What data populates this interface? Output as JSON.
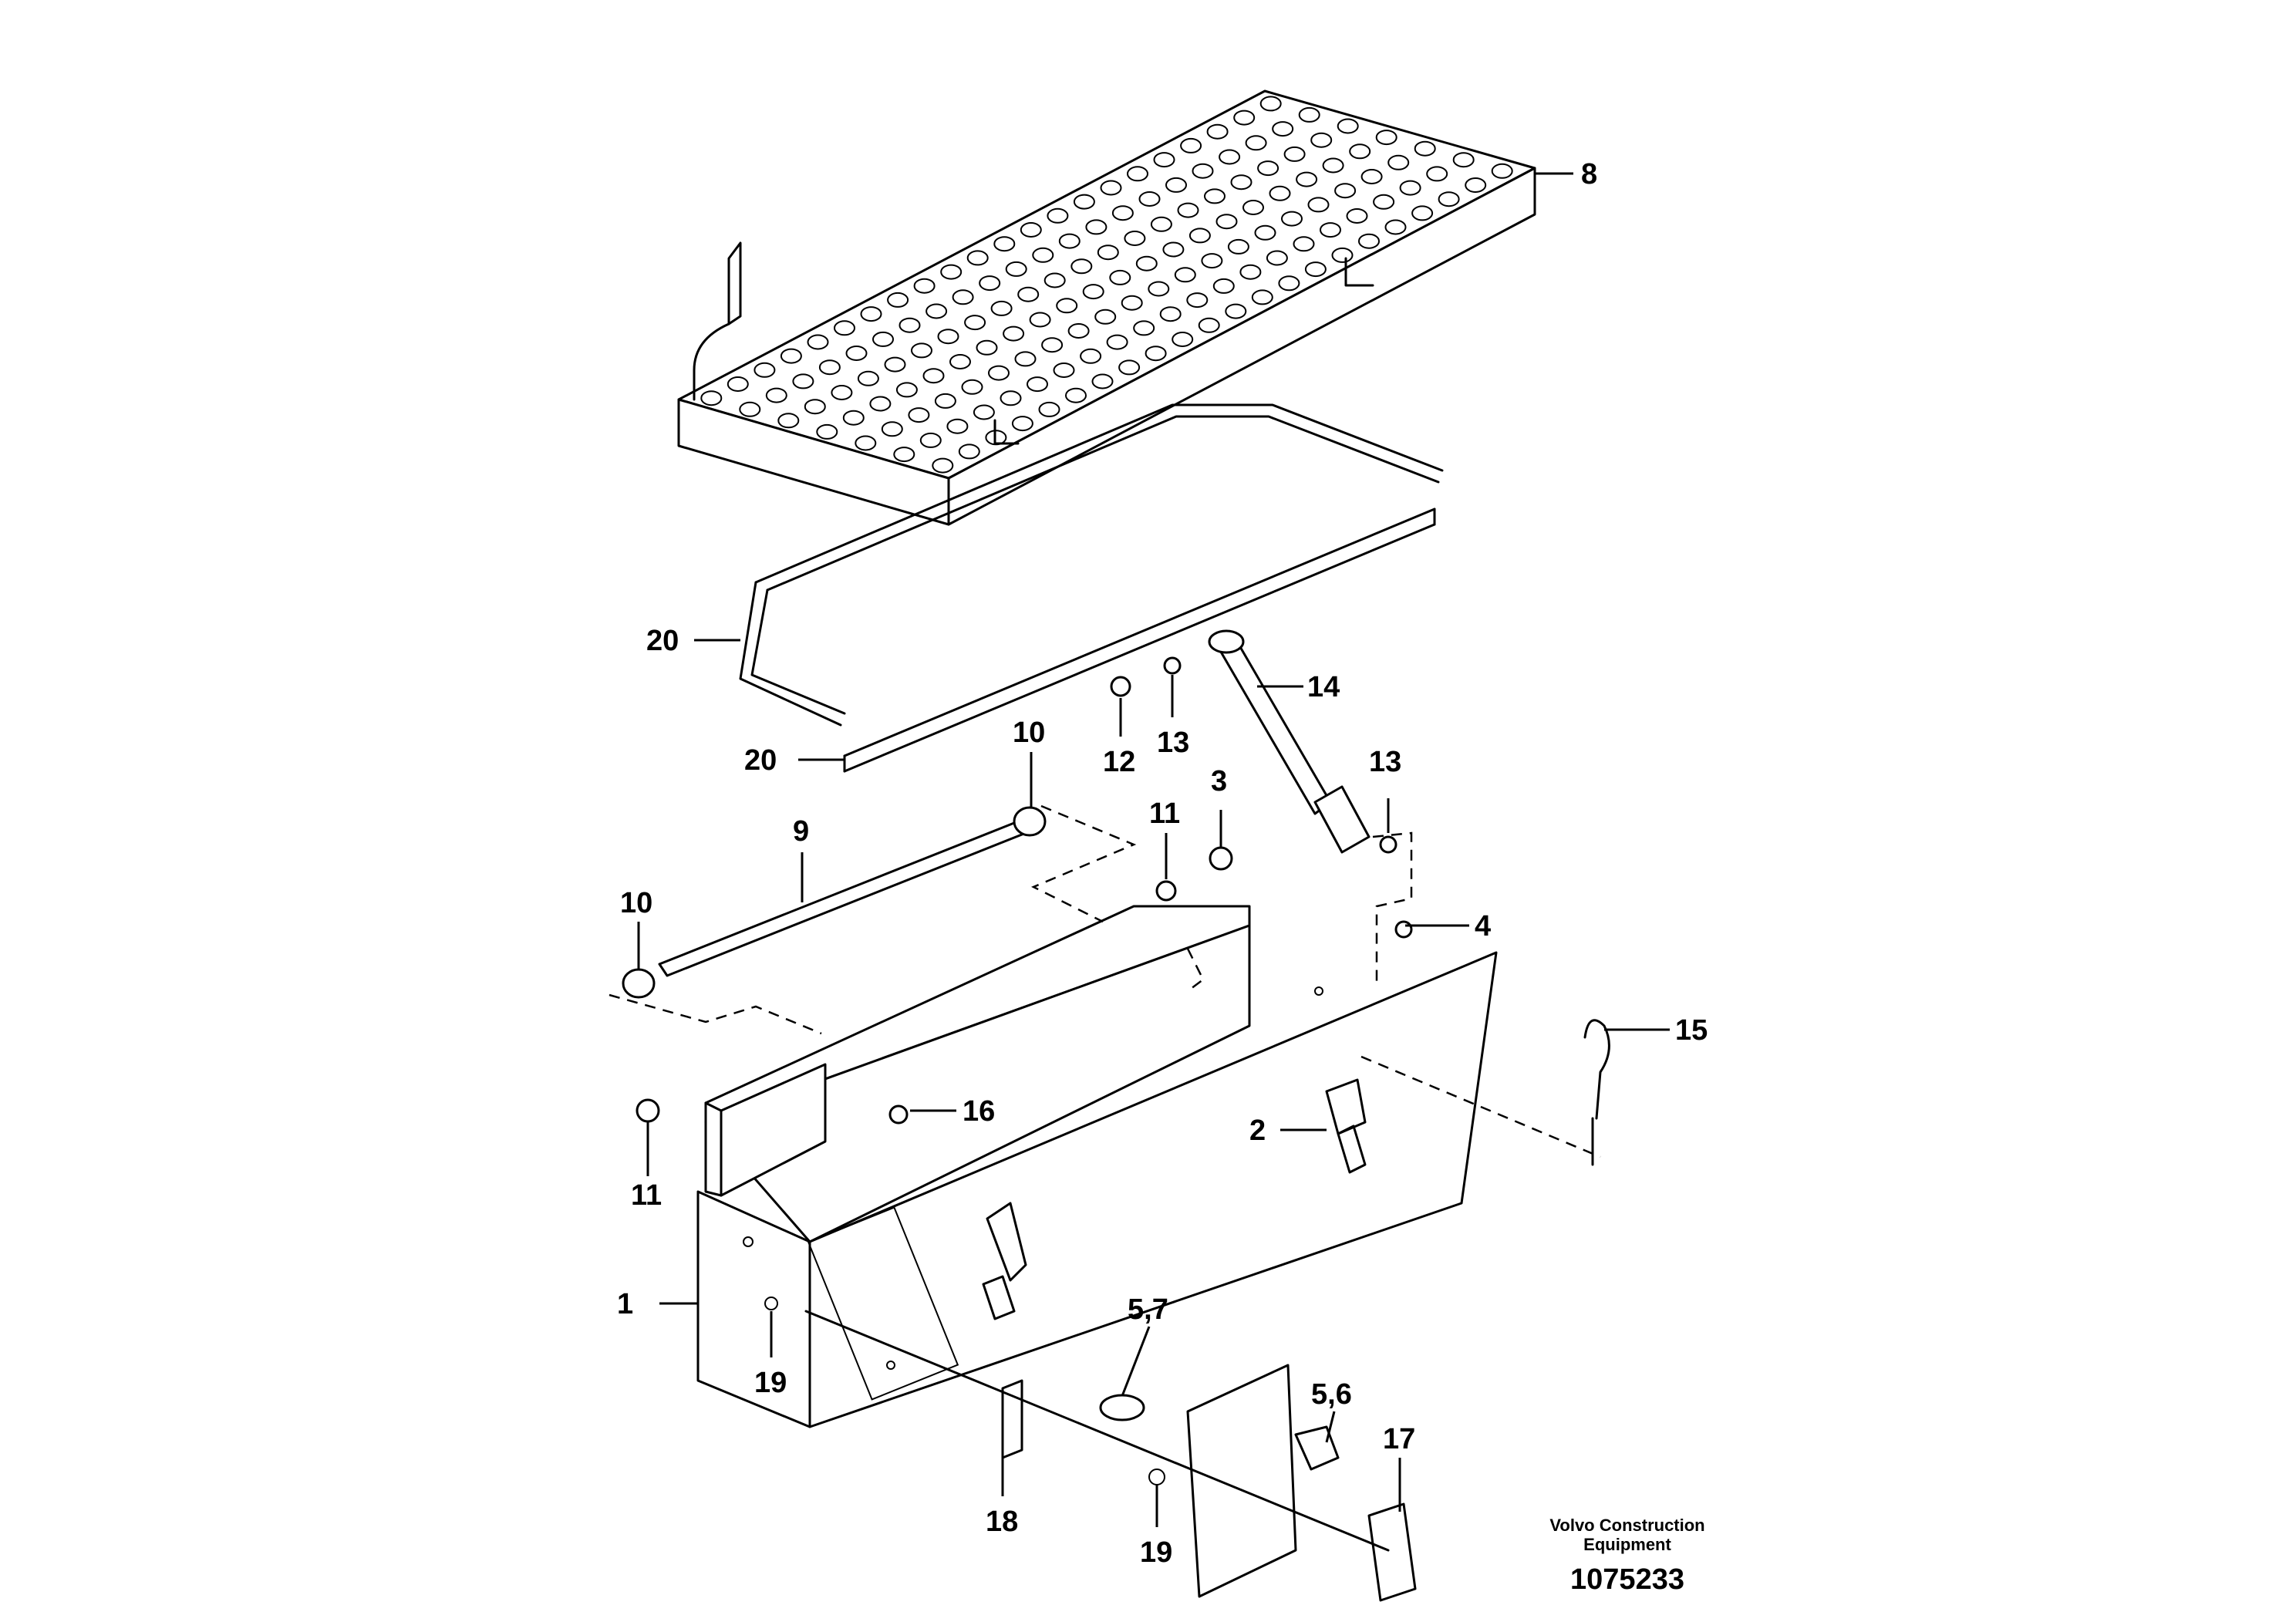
{
  "callouts": {
    "c1": "1",
    "c2": "2",
    "c3": "3",
    "c4": "4",
    "c5_6": "5,6",
    "c5_7": "5,7",
    "c8": "8",
    "c9": "9",
    "c10a": "10",
    "c10b": "10",
    "c11a": "11",
    "c11b": "11",
    "c12": "12",
    "c13a": "13",
    "c13b": "13",
    "c14": "14",
    "c15": "15",
    "c16": "16",
    "c17": "17",
    "c18": "18",
    "c19a": "19",
    "c19b": "19",
    "c20a": "20",
    "c20b": "20"
  },
  "credit": {
    "line1": "Volvo Construction",
    "line2": "Equipment",
    "doc_number": "1075233"
  }
}
